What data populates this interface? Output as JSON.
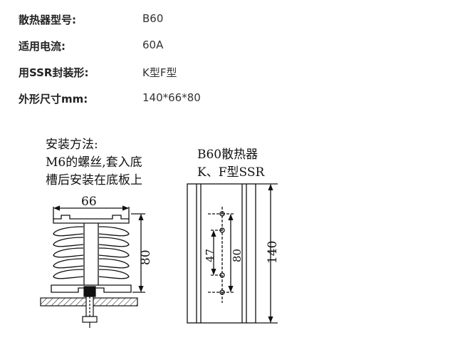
{
  "specs": [
    {
      "label": "散热器型号:",
      "value": "B60"
    },
    {
      "label": "适用电流:",
      "value": "60A"
    },
    {
      "label": "用SSR封装形:",
      "value": "K型F型"
    },
    {
      "label": "外形尺寸mm:",
      "value": "140*66*80"
    }
  ],
  "drawing": {
    "left_note": [
      "安装方法:",
      "M6的螺丝,套入底",
      "槽后安装在底板上"
    ],
    "right_title": [
      "B60散热器",
      "K、F型SSR"
    ],
    "dim_width": "66",
    "dim_height": "80",
    "dim_length": "140",
    "dim_hole_a": "47",
    "dim_hole_b": "80"
  }
}
